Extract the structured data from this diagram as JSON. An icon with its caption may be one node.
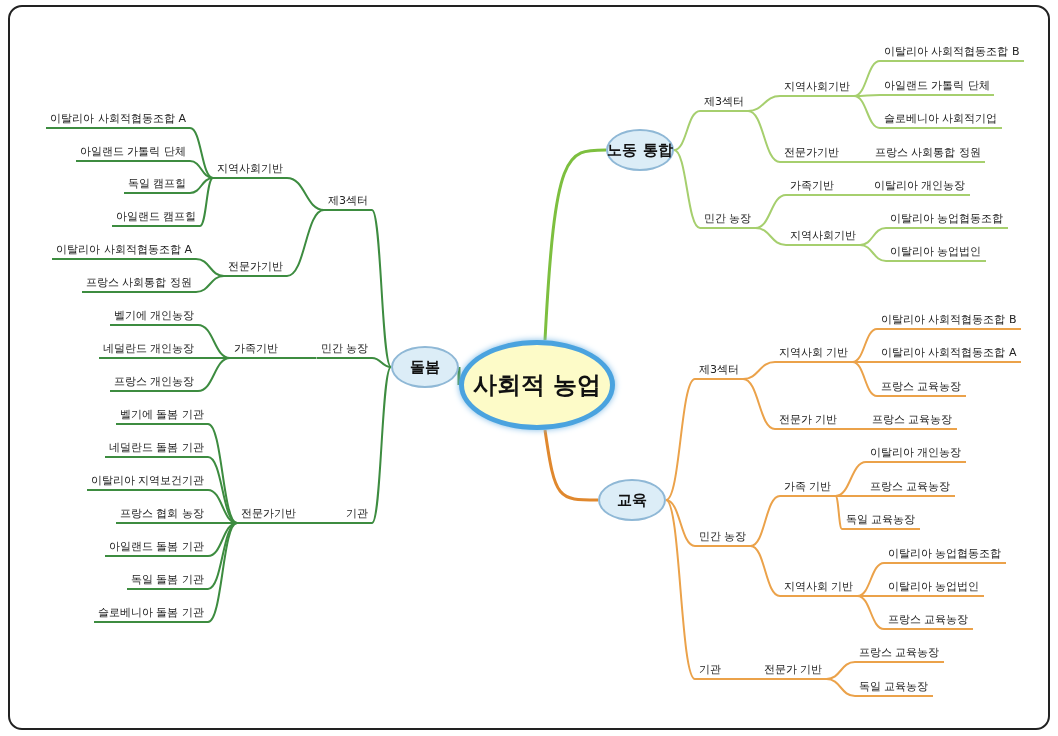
{
  "diagram": {
    "nodes": [
      {
        "text": [
          "사회적 농업"
        ]
      },
      {
        "text": [
          "돌봄"
        ]
      },
      {
        "text": [
          "제3섹터"
        ]
      },
      {
        "text": [
          "지역사회기반"
        ]
      },
      {
        "text": [
          "이탈리아 사회적협동조합 A"
        ]
      },
      {
        "text": [
          "아일랜드 가톨릭 단체"
        ]
      },
      {
        "text": [
          "독일 캠프힐"
        ]
      },
      {
        "text": [
          "아일랜드 캠프힐"
        ]
      },
      {
        "text": [
          "전문가기반"
        ]
      },
      {
        "text": [
          "이탈리아 사회적협동조합 A"
        ]
      },
      {
        "text": [
          "프랑스 사회통합 정원"
        ]
      },
      {
        "text": [
          "민간 농장"
        ]
      },
      {
        "text": [
          "가족기반"
        ]
      },
      {
        "text": [
          "벨기에 개인농장"
        ]
      },
      {
        "text": [
          "네덜란드 개인농장"
        ]
      },
      {
        "text": [
          "프랑스 개인농장"
        ]
      },
      {
        "text": [
          "기관"
        ]
      },
      {
        "text": [
          "전문가기반"
        ]
      },
      {
        "text": [
          "벨기에 돌봄 기관"
        ]
      },
      {
        "text": [
          "네덜란드 돌봄 기관"
        ]
      },
      {
        "text": [
          "이탈리아 지역보건기관"
        ]
      },
      {
        "text": [
          "프랑스 협회 농장"
        ]
      },
      {
        "text": [
          "아일랜드 돌봄 기관"
        ]
      },
      {
        "text": [
          "독일 돌봄 기관"
        ]
      },
      {
        "text": [
          "슬로베니아 돌봄 기관"
        ]
      },
      {
        "text": [
          "노동 통합"
        ]
      },
      {
        "text": [
          "제3섹터"
        ]
      },
      {
        "text": [
          "지역사회기반"
        ]
      },
      {
        "text": [
          "이탈리아 사회적협동조합 B"
        ]
      },
      {
        "text": [
          "아일랜드 가톨릭 단체"
        ]
      },
      {
        "text": [
          "슬로베니아 사회적기업"
        ]
      },
      {
        "text": [
          "전문가기반"
        ]
      },
      {
        "text": [
          "프랑스 사회통합 정원"
        ]
      },
      {
        "text": [
          "민간 농장"
        ]
      },
      {
        "text": [
          "가족기반"
        ]
      },
      {
        "text": [
          "이탈리아 개인농장"
        ]
      },
      {
        "text": [
          "지역사회기반"
        ]
      },
      {
        "text": [
          "이탈리아 농업협동조합"
        ]
      },
      {
        "text": [
          "이탈리아 농업법인"
        ]
      },
      {
        "text": [
          "교육"
        ]
      },
      {
        "text": [
          "제3섹터"
        ]
      },
      {
        "text": [
          "지역사회 기반"
        ]
      },
      {
        "text": [
          "이탈리아 사회적협동조합 B"
        ]
      },
      {
        "text": [
          "이탈리아 사회적협동조합 A"
        ]
      },
      {
        "text": [
          "프랑스 교육농장"
        ]
      },
      {
        "text": [
          "전문가 기반"
        ]
      },
      {
        "text": [
          "프랑스 교육농장"
        ]
      },
      {
        "text": [
          "민간 농장"
        ]
      },
      {
        "text": [
          "가족 기반"
        ]
      },
      {
        "text": [
          "이탈리아 개인농장"
        ]
      },
      {
        "text": [
          "프랑스 교육농장"
        ]
      },
      {
        "text": [
          "독일 교육농장"
        ]
      },
      {
        "text": [
          "지역사회 기반"
        ]
      },
      {
        "text": [
          "이탈리아 농업협동조합"
        ]
      },
      {
        "text": [
          "이탈리아 농업법인"
        ]
      },
      {
        "text": [
          "프랑스 교육농장"
        ]
      },
      {
        "text": [
          "기관"
        ]
      },
      {
        "text": [
          "전문가 기반"
        ]
      },
      {
        "text": [
          "프랑스 교육농장"
        ]
      },
      {
        "text": [
          "독일 교육농장"
        ]
      }
    ],
    "edges": [
      {
        "from": 0,
        "to": 1,
        "arrow": "none"
      },
      {
        "from": 1,
        "to": 2,
        "arrow": "none"
      },
      {
        "from": 2,
        "to": 3,
        "arrow": "none"
      },
      {
        "from": 3,
        "to": 4,
        "arrow": "none"
      },
      {
        "from": 3,
        "to": 5,
        "arrow": "none"
      },
      {
        "from": 3,
        "to": 6,
        "arrow": "none"
      },
      {
        "from": 3,
        "to": 7,
        "arrow": "none"
      },
      {
        "from": 2,
        "to": 8,
        "arrow": "none"
      },
      {
        "from": 8,
        "to": 9,
        "arrow": "none"
      },
      {
        "from": 8,
        "to": 10,
        "arrow": "none"
      },
      {
        "from": 1,
        "to": 11,
        "arrow": "none"
      },
      {
        "from": 11,
        "to": 12,
        "arrow": "none"
      },
      {
        "from": 12,
        "to": 13,
        "arrow": "none"
      },
      {
        "from": 12,
        "to": 14,
        "arrow": "none"
      },
      {
        "from": 12,
        "to": 15,
        "arrow": "none"
      },
      {
        "from": 1,
        "to": 16,
        "arrow": "none"
      },
      {
        "from": 16,
        "to": 17,
        "arrow": "none"
      },
      {
        "from": 17,
        "to": 18,
        "arrow": "none"
      },
      {
        "from": 17,
        "to": 19,
        "arrow": "none"
      },
      {
        "from": 17,
        "to": 20,
        "arrow": "none"
      },
      {
        "from": 17,
        "to": 21,
        "arrow": "none"
      },
      {
        "from": 17,
        "to": 22,
        "arrow": "none"
      },
      {
        "from": 17,
        "to": 23,
        "arrow": "none"
      },
      {
        "from": 17,
        "to": 24,
        "arrow": "none"
      },
      {
        "from": 0,
        "to": 25,
        "arrow": "none",
        "color": "#7dbf3f"
      },
      {
        "from": 25,
        "to": 26,
        "arrow": "none",
        "color": "#a6cf6e"
      },
      {
        "from": 26,
        "to": 27,
        "arrow": "none",
        "color": "#a6cf6e"
      },
      {
        "from": 27,
        "to": 28,
        "arrow": "none",
        "color": "#a6cf6e"
      },
      {
        "from": 27,
        "to": 29,
        "arrow": "none",
        "color": "#a6cf6e"
      },
      {
        "from": 27,
        "to": 30,
        "arrow": "none",
        "color": "#a6cf6e"
      },
      {
        "from": 26,
        "to": 31,
        "arrow": "none",
        "color": "#a6cf6e"
      },
      {
        "from": 31,
        "to": 32,
        "arrow": "none",
        "color": "#a6cf6e"
      },
      {
        "from": 25,
        "to": 33,
        "arrow": "none",
        "color": "#a6cf6e"
      },
      {
        "from": 33,
        "to": 34,
        "arrow": "none",
        "color": "#a6cf6e"
      },
      {
        "from": 34,
        "to": 35,
        "arrow": "none",
        "color": "#a6cf6e"
      },
      {
        "from": 33,
        "to": 36,
        "arrow": "none",
        "color": "#a6cf6e"
      },
      {
        "from": 36,
        "to": 37,
        "arrow": "none",
        "color": "#a6cf6e"
      },
      {
        "from": 36,
        "to": 38,
        "arrow": "none",
        "color": "#a6cf6e"
      },
      {
        "from": 0,
        "to": 39,
        "arrow": "none",
        "color": "#e0882e"
      },
      {
        "from": 39,
        "to": 40,
        "arrow": "none",
        "color": "#eba24a"
      },
      {
        "from": 40,
        "to": 41,
        "arrow": "none",
        "color": "#eba24a"
      },
      {
        "from": 41,
        "to": 42,
        "arrow": "none",
        "color": "#eba24a"
      },
      {
        "from": 41,
        "to": 43,
        "arrow": "none",
        "color": "#eba24a"
      },
      {
        "from": 41,
        "to": 44,
        "arrow": "none",
        "color": "#eba24a"
      },
      {
        "from": 40,
        "to": 45,
        "arrow": "none",
        "color": "#eba24a"
      },
      {
        "from": 45,
        "to": 46,
        "arrow": "none",
        "color": "#eba24a"
      },
      {
        "from": 39,
        "to": 47,
        "arrow": "none",
        "color": "#eba24a"
      },
      {
        "from": 47,
        "to": 48,
        "arrow": "none",
        "color": "#eba24a"
      },
      {
        "from": 48,
        "to": 49,
        "arrow": "none",
        "color": "#eba24a"
      },
      {
        "from": 48,
        "to": 50,
        "arrow": "none",
        "color": "#eba24a"
      },
      {
        "from": 48,
        "to": 51,
        "arrow": "none",
        "color": "#eba24a"
      },
      {
        "from": 47,
        "to": 52,
        "arrow": "none",
        "color": "#eba24a"
      },
      {
        "from": 52,
        "to": 53,
        "arrow": "none",
        "color": "#eba24a"
      },
      {
        "from": 52,
        "to": 54,
        "arrow": "none",
        "color": "#eba24a"
      },
      {
        "from": 52,
        "to": 55,
        "arrow": "none",
        "color": "#eba24a"
      },
      {
        "from": 39,
        "to": 56,
        "arrow": "none",
        "color": "#eba24a"
      },
      {
        "from": 56,
        "to": 57,
        "arrow": "none",
        "color": "#eba24a"
      },
      {
        "from": 57,
        "to": 58,
        "arrow": "none",
        "color": "#eba24a"
      },
      {
        "from": 57,
        "to": 59,
        "arrow": "none",
        "color": "#eba24a"
      }
    ]
  }
}
